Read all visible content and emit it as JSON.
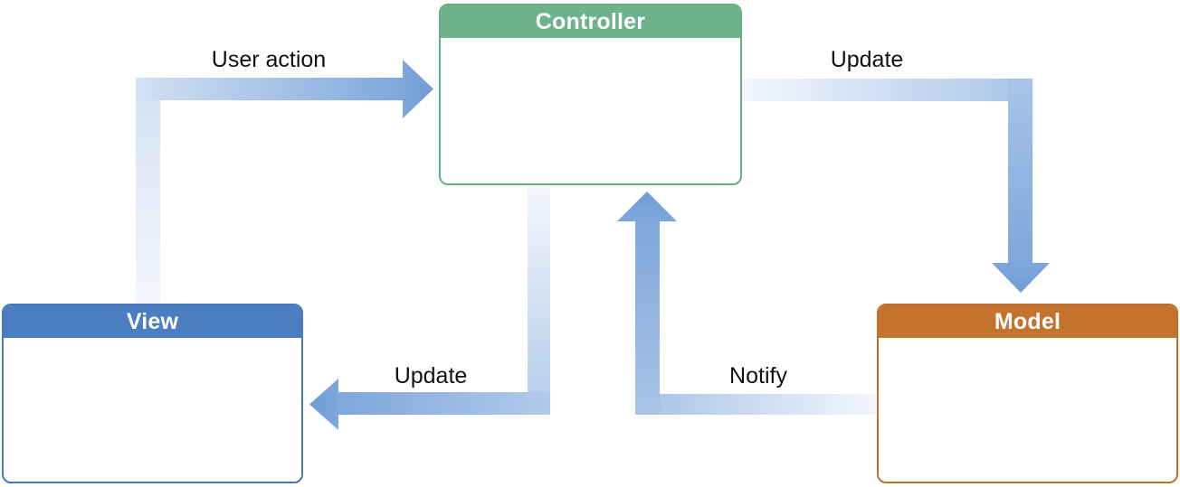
{
  "diagram": {
    "kind": "mvc-flow-diagram",
    "background_color": "#ffffff",
    "text_color": "#111111"
  },
  "nodes": [
    {
      "id": "controller",
      "label": "Controller",
      "header_color": "#6cb28a",
      "border_color": "#67ae85",
      "body_color": "#ffffff"
    },
    {
      "id": "view",
      "label": "View",
      "header_color": "#4b7ec1",
      "border_color": "#4678bb",
      "body_color": "#ffffff"
    },
    {
      "id": "model",
      "label": "Model",
      "header_color": "#c4732d",
      "border_color": "#bf6f2b",
      "body_color": "#ffffff"
    }
  ],
  "edges": [
    {
      "id": "user-action",
      "label": "User action",
      "from": "View",
      "to": "Controller"
    },
    {
      "id": "update-model",
      "label": "Update",
      "from": "Controller",
      "to": "Model"
    },
    {
      "id": "update-view",
      "label": "Update",
      "from": "Controller",
      "to": "View"
    },
    {
      "id": "notify",
      "label": "Notify",
      "from": "Model",
      "to": "Controller"
    }
  ],
  "arrow_colors": {
    "tail": "#f3f7fc",
    "mid_light": "#d3e1f3",
    "mid": "#a9c4e8",
    "shaft_end": "#7ea7db",
    "head_tip": "#6f9cd4"
  }
}
